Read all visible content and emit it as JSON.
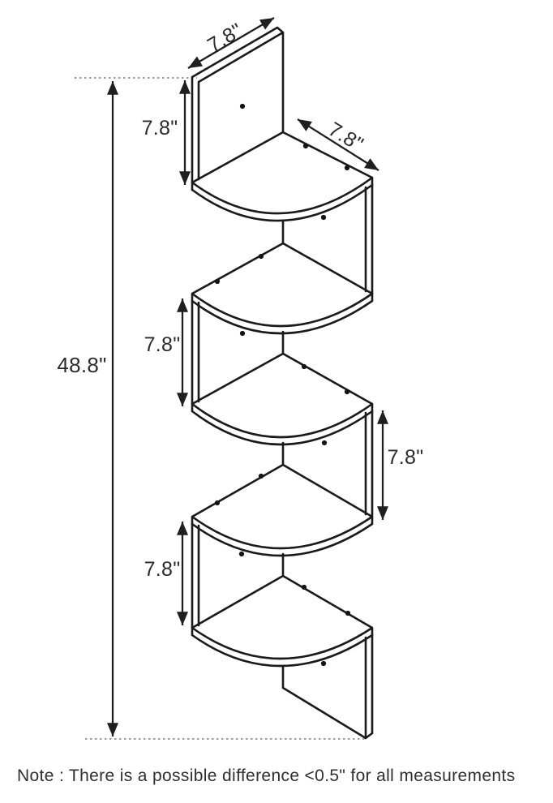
{
  "page": {
    "background": "#ffffff",
    "line_color": "#1a1a1a"
  },
  "diagram": {
    "kind": "5-tier zigzag corner shelf dimension drawing",
    "labels": {
      "top_width": "7.8\"",
      "back_panel_height": "7.8\"",
      "shelf_depth": "7.8\"",
      "overall_height": "48.8\"",
      "tier_gap_upper": "7.8\"",
      "tier_gap_middle": "7.8\"",
      "tier_gap_lower": "7.8\""
    },
    "note": "Note : There is a possible difference <0.5\" for all measurements"
  }
}
